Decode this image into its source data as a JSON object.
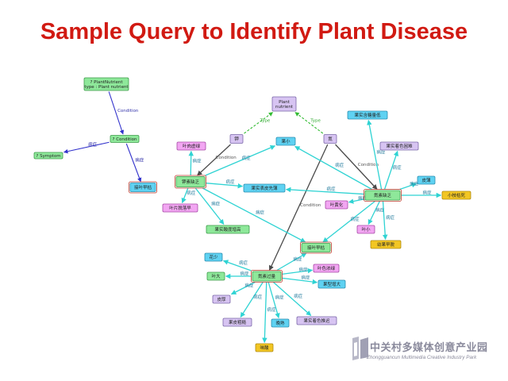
{
  "title": "Sample Query to Identify Plant Disease",
  "watermark": {
    "cn": "中关村多媒体创意产业园",
    "en": "Zhongguancun Multimedia Creative Industry Park"
  },
  "colors": {
    "title": "#d11a12",
    "green_node": "#8ee89a",
    "purple_node": "#d7c4f2",
    "blue_node": "#5fd2f2",
    "magenta_node": "#f2a6f2",
    "orange_node": "#f2c623",
    "cyan_edge": "#2fd3d3",
    "dark_edge": "#4a4a4a",
    "type_edge": "#33bb33",
    "query_edge": "#3333cc",
    "highlight_border": "#c0392b"
  },
  "nodes": [
    {
      "id": "q_plant",
      "lines": [
        "? PlantNutrient",
        "type : Plant nutrient"
      ],
      "style": "green"
    },
    {
      "id": "q_cond",
      "lines": [
        "? Condition"
      ],
      "style": "green"
    },
    {
      "id": "q_symp",
      "lines": [
        "? Symptom"
      ],
      "style": "green"
    },
    {
      "id": "q_leaf",
      "lines": [
        "接叶早枯"
      ],
      "style": "blue",
      "highlight": true
    },
    {
      "id": "plant_nutrient",
      "lines": [
        "Plant",
        "nutrient"
      ],
      "style": "purple"
    },
    {
      "id": "k",
      "lines": [
        "钾"
      ],
      "style": "purple"
    },
    {
      "id": "n",
      "lines": [
        "氮"
      ],
      "style": "purple"
    },
    {
      "id": "leaf_edge",
      "lines": [
        "叶肉虚绿"
      ],
      "style": "magenta"
    },
    {
      "id": "fruit_small",
      "lines": [
        "果小"
      ],
      "style": "blue"
    },
    {
      "id": "k_def",
      "lines": [
        "钾素缺乏"
      ],
      "style": "green",
      "highlight": true
    },
    {
      "id": "fruit_skin",
      "lines": [
        "果实表皮先薄"
      ],
      "style": "blue"
    },
    {
      "id": "leaf_drop",
      "lines": [
        "叶片脱落早"
      ],
      "style": "magenta"
    },
    {
      "id": "fruit_acid",
      "lines": [
        "果实酸度增高"
      ],
      "style": "green"
    },
    {
      "id": "fruit_sugar",
      "lines": [
        "果实含糖量低"
      ],
      "style": "blue"
    },
    {
      "id": "fruit_color",
      "lines": [
        "果实着色困难"
      ],
      "style": "purple"
    },
    {
      "id": "skin_thin",
      "lines": [
        "皮薄"
      ],
      "style": "blue"
    },
    {
      "id": "n_def",
      "lines": [
        "氮素缺乏"
      ],
      "style": "green",
      "highlight": true
    },
    {
      "id": "small_twig",
      "lines": [
        "小枝枯死"
      ],
      "style": "orange"
    },
    {
      "id": "leaf_yellow",
      "lines": [
        "叶黄化"
      ],
      "style": "magenta"
    },
    {
      "id": "leaf_small",
      "lines": [
        "叶小"
      ],
      "style": "magenta"
    },
    {
      "id": "fruit_drop",
      "lines": [
        "幼果早脱"
      ],
      "style": "orange"
    },
    {
      "id": "leaf_early",
      "lines": [
        "接叶早枯"
      ],
      "style": "green",
      "highlight": true
    },
    {
      "id": "less_flower",
      "lines": [
        "花少"
      ],
      "style": "blue"
    },
    {
      "id": "n_excess",
      "lines": [
        "氮素过量"
      ],
      "style": "green",
      "highlight": true
    },
    {
      "id": "leaf_color",
      "lines": [
        "叶色浓绿"
      ],
      "style": "magenta"
    },
    {
      "id": "leaf_big",
      "lines": [
        "叶大"
      ],
      "style": "green"
    },
    {
      "id": "fruit_big",
      "lines": [
        "果型增大"
      ],
      "style": "blue"
    },
    {
      "id": "skin_thick",
      "lines": [
        "皮厚"
      ],
      "style": "purple"
    },
    {
      "id": "skin_rough",
      "lines": [
        "果皮粗糙"
      ],
      "style": "purple"
    },
    {
      "id": "late_ripe",
      "lines": [
        "晚熟"
      ],
      "style": "blue"
    },
    {
      "id": "fruit_colorpoor",
      "lines": [
        "果实着色推迟"
      ],
      "style": "purple"
    },
    {
      "id": "sour",
      "lines": [
        "味酸"
      ],
      "style": "orange"
    }
  ],
  "edge_labels": {
    "condition": "Condition",
    "symptom": "病症",
    "type": "Type"
  },
  "edges": [
    {
      "from": "q_plant",
      "to": "q_cond",
      "kind": "query",
      "label": "Condition"
    },
    {
      "from": "q_cond",
      "to": "q_symp",
      "kind": "query",
      "label": "病症"
    },
    {
      "from": "q_cond",
      "to": "q_leaf",
      "kind": "query",
      "label": "病症"
    },
    {
      "from": "k",
      "to": "plant_nutrient",
      "kind": "type",
      "label": "Type"
    },
    {
      "from": "n",
      "to": "plant_nutrient",
      "kind": "type",
      "label": "Type"
    },
    {
      "from": "k",
      "to": "k_def",
      "kind": "dark",
      "label": "Condition"
    },
    {
      "from": "n",
      "to": "n_def",
      "kind": "dark",
      "label": "Condition"
    },
    {
      "from": "n",
      "to": "n_excess",
      "kind": "dark",
      "label": "Condition"
    },
    {
      "from": "k_def",
      "to": "leaf_edge",
      "kind": "cyan",
      "label": "病症"
    },
    {
      "from": "k_def",
      "to": "fruit_small",
      "kind": "cyan",
      "label": "病症"
    },
    {
      "from": "k_def",
      "to": "fruit_skin",
      "kind": "cyan",
      "label": "病症"
    },
    {
      "from": "k_def",
      "to": "leaf_drop",
      "kind": "cyan",
      "label": "病症"
    },
    {
      "from": "k_def",
      "to": "fruit_acid",
      "kind": "cyan",
      "label": "病症"
    },
    {
      "from": "k_def",
      "to": "leaf_early",
      "kind": "cyan",
      "label": "病症"
    },
    {
      "from": "n_def",
      "to": "fruit_small",
      "kind": "cyan",
      "label": "病症"
    },
    {
      "from": "n_def",
      "to": "fruit_skin",
      "kind": "cyan",
      "label": "病症"
    },
    {
      "from": "n_def",
      "to": "fruit_sugar",
      "kind": "cyan",
      "label": "病症"
    },
    {
      "from": "n_def",
      "to": "fruit_color",
      "kind": "cyan",
      "label": "病症"
    },
    {
      "from": "n_def",
      "to": "skin_thin",
      "kind": "cyan",
      "label": "病症"
    },
    {
      "from": "n_def",
      "to": "small_twig",
      "kind": "cyan",
      "label": "病症"
    },
    {
      "from": "n_def",
      "to": "leaf_yellow",
      "kind": "cyan",
      "label": "病症"
    },
    {
      "from": "n_def",
      "to": "leaf_small",
      "kind": "cyan",
      "label": "病症"
    },
    {
      "from": "n_def",
      "to": "fruit_drop",
      "kind": "cyan",
      "label": "病症"
    },
    {
      "from": "n_def",
      "to": "leaf_early",
      "kind": "cyan",
      "label": "病症"
    },
    {
      "from": "n_excess",
      "to": "less_flower",
      "kind": "cyan",
      "label": "病症"
    },
    {
      "from": "n_excess",
      "to": "leaf_big",
      "kind": "cyan",
      "label": "病症"
    },
    {
      "from": "n_excess",
      "to": "leaf_color",
      "kind": "cyan",
      "label": "病症"
    },
    {
      "from": "n_excess",
      "to": "fruit_big",
      "kind": "cyan",
      "label": "病症"
    },
    {
      "from": "n_excess",
      "to": "skin_thick",
      "kind": "cyan",
      "label": "病症"
    },
    {
      "from": "n_excess",
      "to": "skin_rough",
      "kind": "cyan",
      "label": "病症"
    },
    {
      "from": "n_excess",
      "to": "late_ripe",
      "kind": "cyan",
      "label": "病症"
    },
    {
      "from": "n_excess",
      "to": "fruit_colorpoor",
      "kind": "cyan",
      "label": "病症"
    },
    {
      "from": "n_excess",
      "to": "sour",
      "kind": "cyan",
      "label": "病症"
    },
    {
      "from": "n_excess",
      "to": "leaf_early",
      "kind": "cyan",
      "label": "病症"
    }
  ]
}
